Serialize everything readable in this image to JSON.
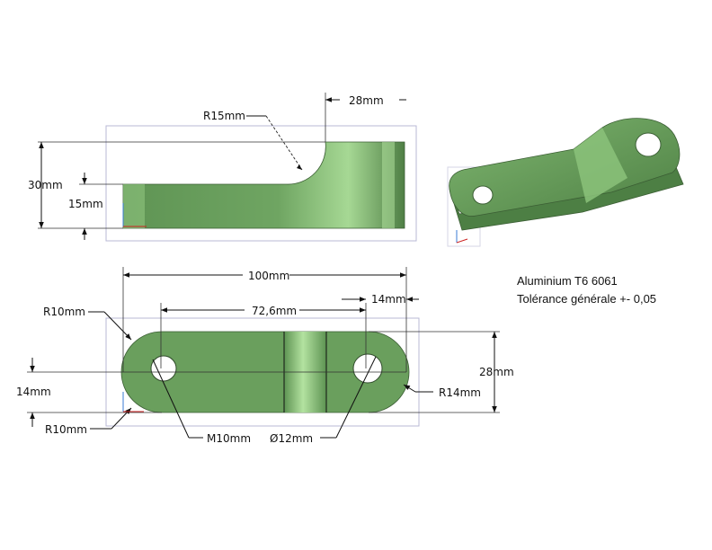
{
  "colors": {
    "part_fill": "#6a9f5d",
    "part_light": "#9ccf8a",
    "part_dark": "#3f6e39",
    "line": "#111111",
    "frame": "#b9b9d6"
  },
  "side_view": {
    "dim_top_width": "28mm",
    "dim_radius": "R15mm",
    "dim_total_height": "30mm",
    "dim_low_height": "15mm"
  },
  "top_view": {
    "dim_length": "100mm",
    "dim_hole_spacing": "72,6mm",
    "dim_right_offset": "14mm",
    "dim_width": "28mm",
    "dim_radius_top_left": "R10mm",
    "dim_radius_bottom_left": "R10mm",
    "dim_radius_right": "R14mm",
    "dim_center_height": "14mm",
    "dim_thread": "M10mm",
    "dim_diameter": "12mm",
    "diameter_symbol": "Ø"
  },
  "notes": {
    "material": "Aluminium T6 6061",
    "tolerance": "Tolérance générale +- 0,05"
  }
}
